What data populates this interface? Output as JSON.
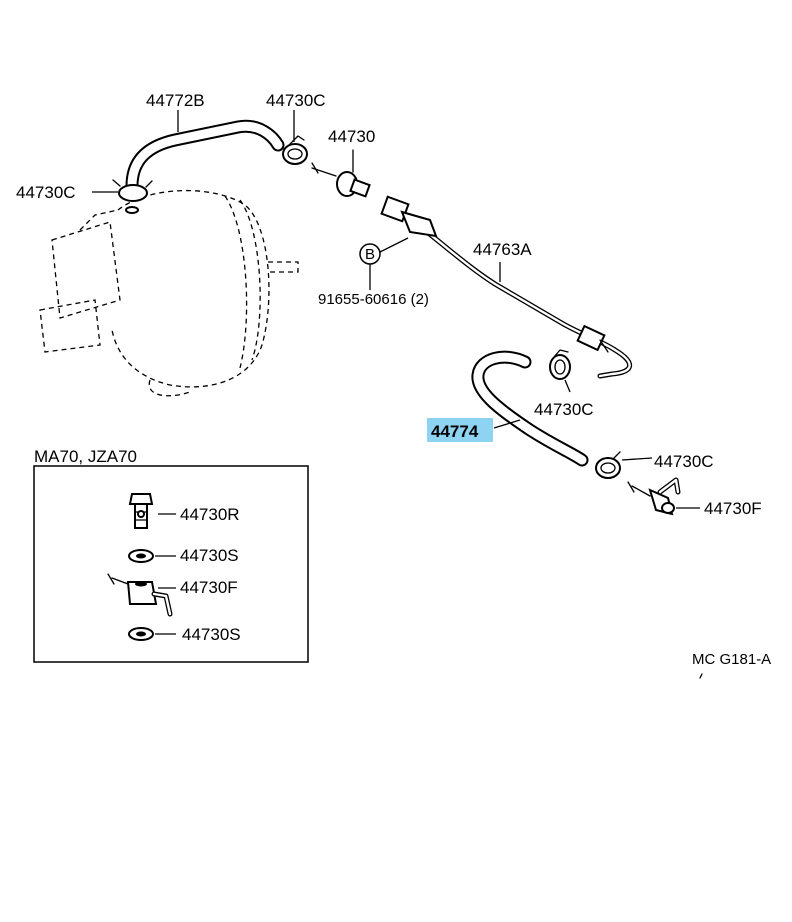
{
  "labels": {
    "hose_upper": "44772B",
    "clamp_upper_right": "44730C",
    "check_valve": "44730",
    "clamp_upper_left": "44730C",
    "vacuum_pipe": "44763A",
    "bolt_spec": "91655-60616 (2)",
    "bolt_marker": "B",
    "hose_lower_highlighted": "44774",
    "clamp_lower_top": "44730C",
    "clamp_lower_right": "44730C",
    "union_fitting": "44730F",
    "inset_union_bolt": "44730R",
    "inset_gasket_top": "44730S",
    "inset_union": "44730F",
    "inset_gasket_bottom": "44730S",
    "diagram_code": "MC  G181-A"
  },
  "inset": {
    "title": "MA70, JZA70"
  },
  "colors": {
    "highlight": "#8fd3f2",
    "ink": "#000000",
    "background": "#ffffff"
  }
}
